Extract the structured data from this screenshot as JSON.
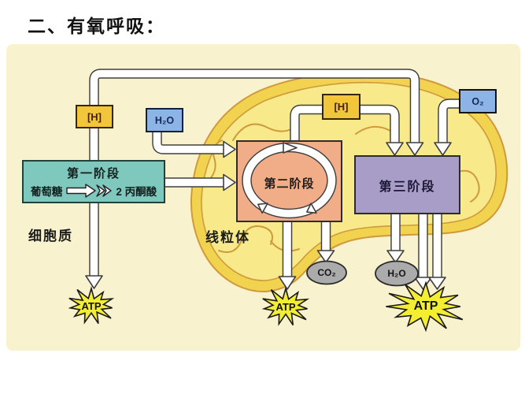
{
  "title": "二、有氧呼吸：",
  "labels": {
    "cytoplasm": "细胞质",
    "mitochondrion": "线粒体"
  },
  "nodes": {
    "h_left": "[H]",
    "h_mid": "[H]",
    "h2o_in": "H₂O",
    "o2": "O₂",
    "stage1_title": "第一阶段",
    "stage1_substrate": "葡萄糖",
    "stage1_product": "2 丙酮酸",
    "stage2_title": "第二阶段",
    "stage3_title": "第三阶段",
    "co2_out": "CO₂",
    "h2o_out": "H₂O",
    "atp_stage1": "ATP",
    "atp_stage2": "ATP",
    "atp_stage3": "ATP"
  },
  "colors": {
    "panel_bg": "#f9f2cf",
    "h_box": "#f1c63b",
    "blue_box": "#8db4e6",
    "stage1": "#7fc8bd",
    "stage2": "#f0ad88",
    "stage3": "#a79dc6",
    "oval": "#ababab",
    "atp_star": "#f4ee33",
    "mito_fill": "#f1d34f",
    "mito_inner": "#f8ea8a",
    "mito_stroke": "#cf9a3d"
  }
}
